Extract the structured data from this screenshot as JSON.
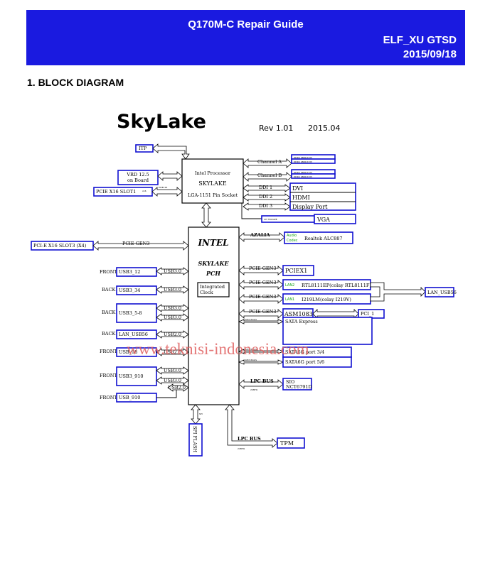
{
  "header": {
    "title": "Q170M-C Repair Guide",
    "team": "ELF_XU GTSD",
    "date": "2015/09/18",
    "bg": "#1a1ae0"
  },
  "section": "1.  BLOCK DIAGRAM",
  "diagram": {
    "title": "SkyLake",
    "rev": "Rev 1.01",
    "date": "2015.04",
    "watermark": "www.teknisi-indonesia.com",
    "cpu": {
      "l1": "Intel Processor",
      "l2": "SKYLAKE",
      "l3": "LGA-1151 Pin Socket"
    },
    "pch": {
      "l1": "INTEL",
      "l2": "SKYLAKE",
      "l3": "PCH",
      "clock1": "Integrated",
      "clock2": "Clock"
    },
    "itp": "ITP",
    "vrd1": "VRD 12.5",
    "vrd2": "on Board",
    "pciex16_sig": "PCIEx16",
    "pcie_slot1": "PCIE X16 SLOT1",
    "x16": "x16",
    "ch_a": "Channel A",
    "ch_b": "Channel B",
    "ddr": [
      "DDR4 1866/2133",
      "DDR4 1866/2133",
      "DDR4 1866/2133",
      "DDR4 1866/2133"
    ],
    "ddi": [
      "DDI 1",
      "DDI 2",
      "DDI 3"
    ],
    "disp": [
      "DVI",
      "HDMI",
      "Display Port"
    ],
    "vga_sig": "CH 7502APE",
    "vga": "VGA",
    "azalia": "AZALIA",
    "audio1": "Audio",
    "audio2": "Codec",
    "realtek": "Realtek ALC887",
    "pcib_slot3": "PCI-E X16 SLOT3 (X4)",
    "pcie_gen3": "PCIE GEN3",
    "pciex1": "PCIEX1",
    "lan2": "LAN2",
    "lan2_chip": "RTL8111EP(colay RTL8111F)",
    "lan1": "LAN1",
    "lan1_chip": "I219LM(colay I219V)",
    "lan_usb56_r": "LAN_USB56",
    "asm": "ASM1083",
    "pci1": "PCI_1",
    "front": "FRONT",
    "back": "BACK",
    "usb3_12": "USB3_12",
    "usb3_34": "USB3_34",
    "usb3_58": "USB3_5-8",
    "lan_usb56": "LAN_USB56",
    "usb_98": "USB_98",
    "usb3_910": "USB3_910",
    "usb_910": "USB_910",
    "usb30": "USB3.0",
    "usb20": "USB2.0",
    "sata_sig": "SATA 6Gb/s",
    "sata": [
      "SATA Express",
      "SATA6G port 3/4",
      "SATA6G port 5/6"
    ],
    "lpc": "LPC BUS",
    "lpc_freq": "24MHz",
    "sio1": "SIO",
    "sio2": "NCT6791D",
    "spi": "SPI",
    "spi_flash": "SPI FLASH",
    "tpm": "TPM"
  }
}
